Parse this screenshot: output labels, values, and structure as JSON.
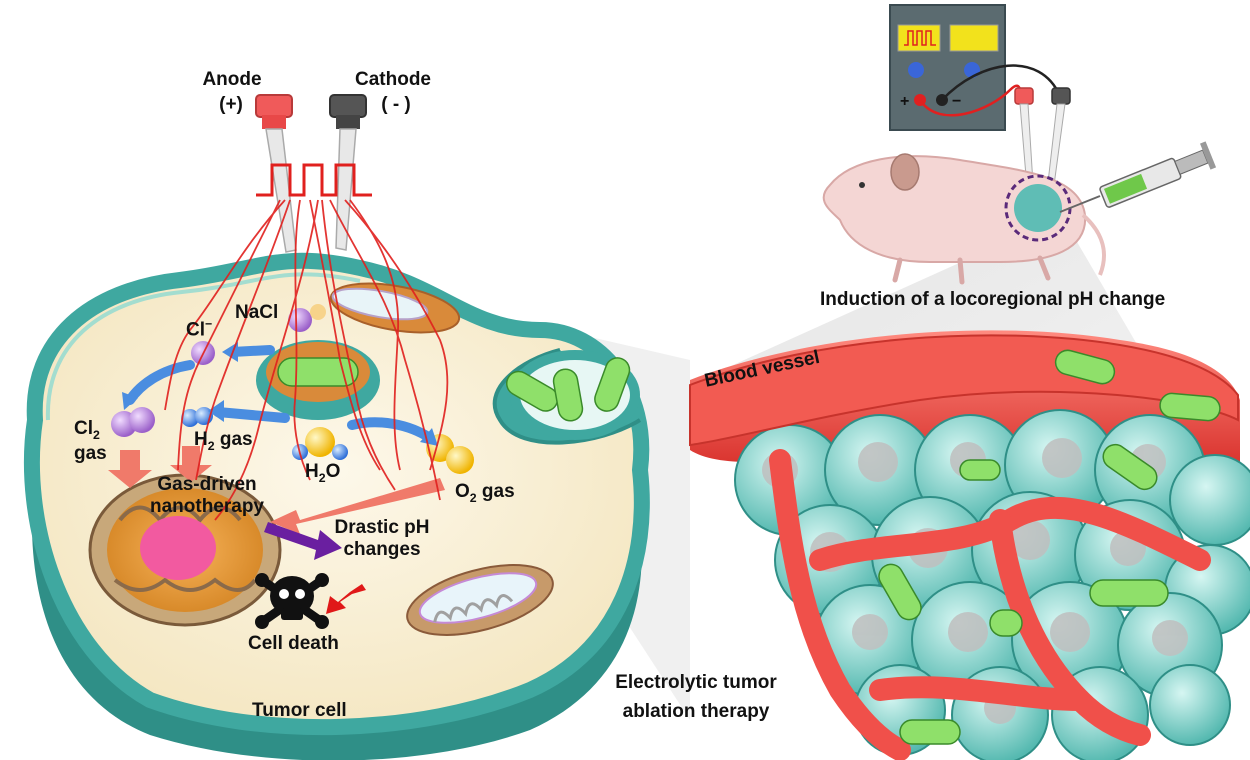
{
  "electrodes": {
    "anode_label": "Anode",
    "anode_sign": "(+)",
    "cathode_label": "Cathode",
    "cathode_sign": "( - )"
  },
  "cell": {
    "nacl": "NaCl",
    "cl_ion": "Cl",
    "cl_ion_sup": "−",
    "cl2_prefix": "Cl",
    "cl2_sub": "2",
    "cl2_suffix": "gas",
    "h2_prefix": "H",
    "h2_sub": "2",
    "h2_suffix": " gas",
    "h2o_prefix": "H",
    "h2o_sub": "2",
    "h2o_suffix": "O",
    "o2_prefix": "O",
    "o2_sub": "2",
    "o2_suffix": " gas",
    "gas_driven_line1": "Gas-driven",
    "gas_driven_line2": "nanotherapy",
    "ph_line1": "Drastic pH",
    "ph_line2": "changes",
    "cell_death": "Cell death",
    "tumor_cell": "Tumor cell"
  },
  "right_panel": {
    "locoregional": "Induction of a locoregional pH change",
    "blood_vessel": "Blood vessel",
    "electrolytic_line1": "Electrolytic tumor",
    "electrolytic_line2": "ablation therapy"
  },
  "colors": {
    "cell_membrane": "#3fa8a0",
    "cytoplasm": "#fbf3dc",
    "anode": "#f05a5a",
    "cathode": "#555555",
    "current": "#e0201e",
    "blood_vessel": "#f0504a",
    "tumor_cells": "#7fd8d0",
    "nanoparticle": "#8fe06a",
    "power_supply": "#5b6b70",
    "power_screen": "#f2e21c"
  }
}
